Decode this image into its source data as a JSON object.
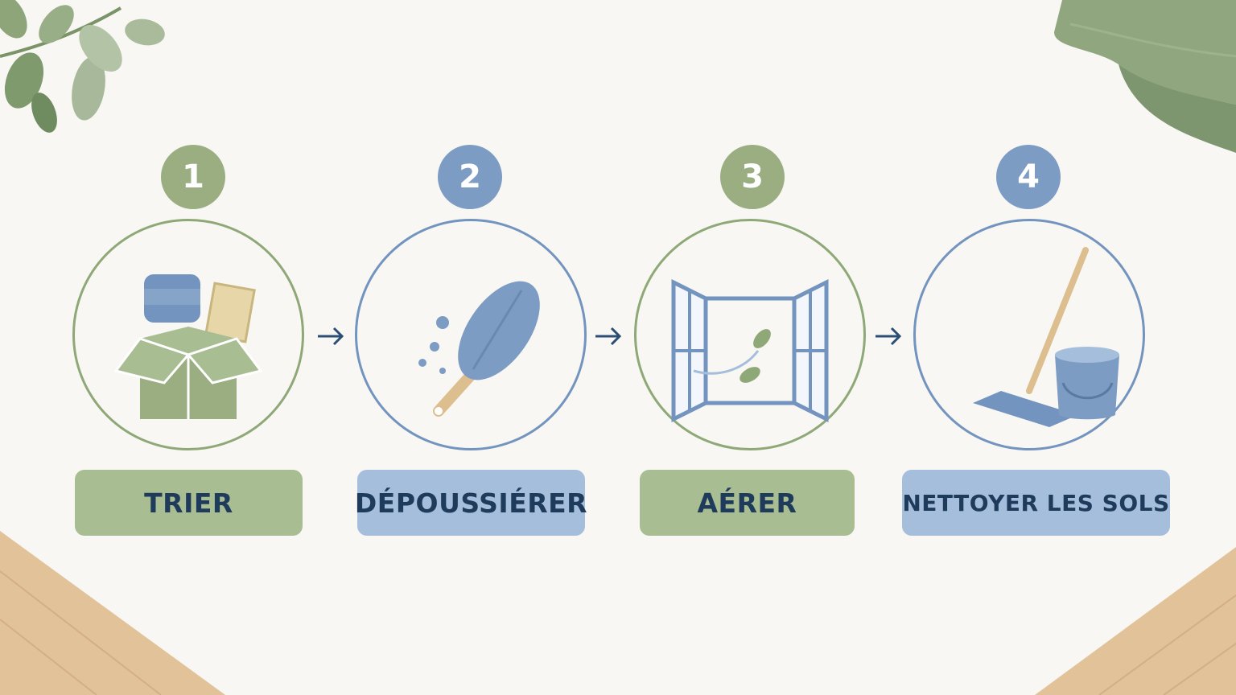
{
  "colors": {
    "green": "#9aae82",
    "green_ring": "#8fa877",
    "blue": "#7d9cc3",
    "blue_ring": "#7394bf",
    "green_label": "#a9bd92",
    "blue_label": "#a4bedb",
    "text": "#1f3b5c",
    "wood": "#e2c299"
  },
  "steps": [
    {
      "number": "1",
      "label": "TRIER",
      "icon": "box-icon"
    },
    {
      "number": "2",
      "label": "DÉPOUSSIÉRER",
      "icon": "feather-duster-icon"
    },
    {
      "number": "3",
      "label": "AÉRER",
      "icon": "open-window-icon"
    },
    {
      "number": "4",
      "label": "NETTOYER LES SOLS",
      "icon": "mop-bucket-icon"
    }
  ],
  "arrows": [
    "arrow-right-icon",
    "arrow-right-icon",
    "arrow-right-icon"
  ]
}
